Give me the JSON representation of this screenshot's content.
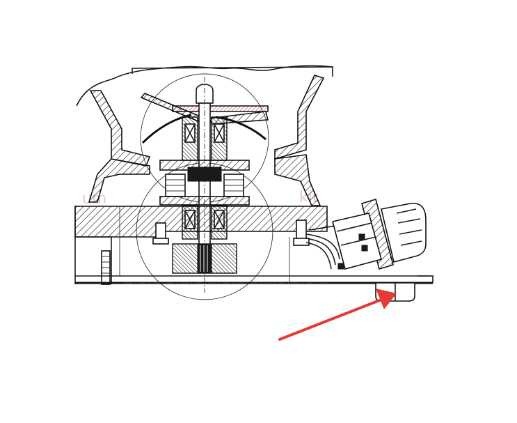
{
  "colors": {
    "ink": "#1a1a1a",
    "arrow": "#e53935",
    "accent_red": "#d04a4a",
    "watermark": "#c98a8a"
  },
  "watermark": {
    "left": "um",
    "right": "kit"
  },
  "annotation": {
    "type": "arrow",
    "color": "#e53935"
  }
}
